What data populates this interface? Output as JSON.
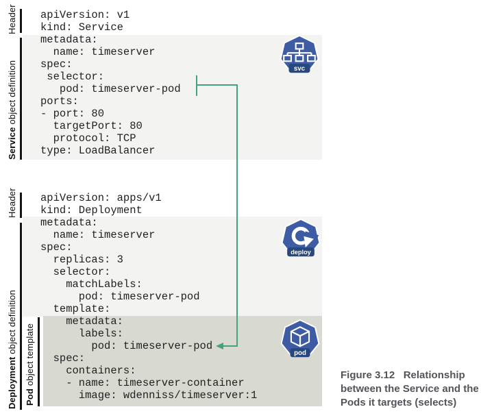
{
  "colors": {
    "code_highlight_gray": "#f3f3f1",
    "pod_template_gray": "#d8d9d1",
    "connector_green": "#44a27d",
    "kubernetes_icon_blue": "#3d5ca4",
    "kubernetes_icon_band_blue": "#27477f"
  },
  "service_section": {
    "header_label": "Header",
    "side_label_bold": "Service",
    "side_label_rest": " object definition",
    "icon_label": "svc",
    "code": [
      "apiVersion: v1",
      "kind: Service",
      "metadata:",
      "  name: timeserver",
      "spec:",
      " selector:",
      "   pod: timeserver-pod",
      "ports:",
      "- port: 80",
      "  targetPort: 80",
      "  protocol: TCP",
      "type: LoadBalancer"
    ]
  },
  "deployment_section": {
    "header_label": "Header",
    "side_label_bold": "Deployment",
    "side_label_rest": " object definition",
    "pod_side_label_bold": "Pod",
    "pod_side_label_rest": " object template",
    "icon_label": "deploy",
    "pod_icon_label": "pod",
    "code": [
      "apiVersion: apps/v1",
      "kind: Deployment",
      "metadata:",
      "  name: timeserver",
      "spec:",
      "  replicas: 3",
      "  selector:",
      "    matchLabels:",
      "      pod: timeserver-pod",
      "  template:",
      "    metadata:",
      "      labels:",
      "        pod: timeserver-pod",
      "  spec:",
      "    containers:",
      "    - name: timeserver-container",
      "      image: wdenniss/timeserver:1"
    ]
  },
  "figure": {
    "caption_lines": [
      "Figure 3.12   Relationship",
      "between the Service and the",
      "Pods it targets (selects)"
    ]
  }
}
